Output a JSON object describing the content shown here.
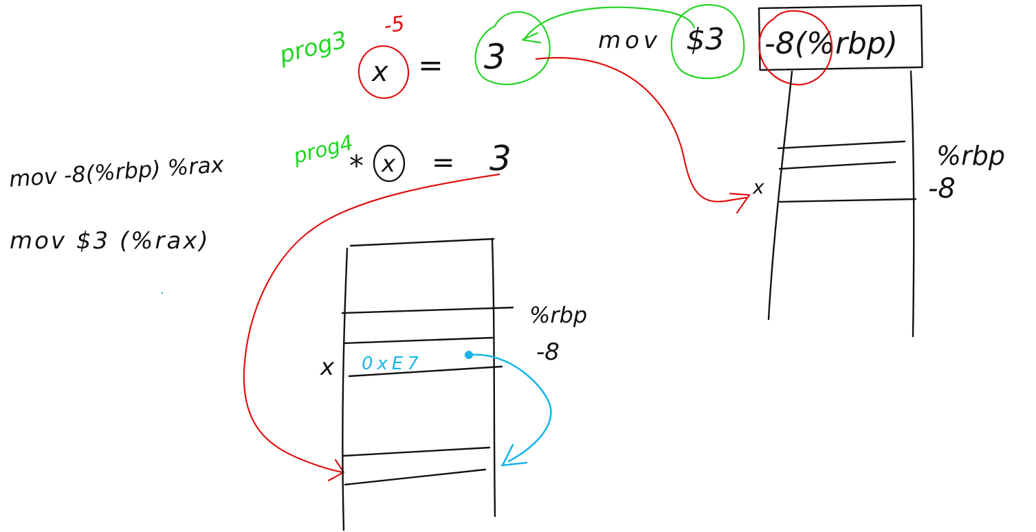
{
  "colors": {
    "ink": "#111111",
    "red": "#e01010",
    "green": "#22d422",
    "blue": "#18b4e8",
    "background": "#ffffff"
  },
  "top": {
    "prog3_label": "prog3",
    "prog3_value": "-5",
    "assign_var": "x",
    "assign_eq": "=",
    "assign_value": "3",
    "asm_mnemonic": "mov",
    "asm_immediate": "$3",
    "asm_operand": "-8(%rbp)"
  },
  "stack_right": {
    "rbp_label": "%rbp",
    "offset_label": "-8",
    "var_marker": "x"
  },
  "middle": {
    "line1": "mov -8(%rbp) %rax",
    "prog4_label": "prog4",
    "deref_star": "*",
    "deref_var": "x",
    "deref_eq": "=",
    "deref_value": "3",
    "line2": "mov $3 (%rax)"
  },
  "stack_left": {
    "rbp_label": "%rbp",
    "offset_label": "-8",
    "var_marker": "x",
    "cell_value": "0xE7"
  }
}
